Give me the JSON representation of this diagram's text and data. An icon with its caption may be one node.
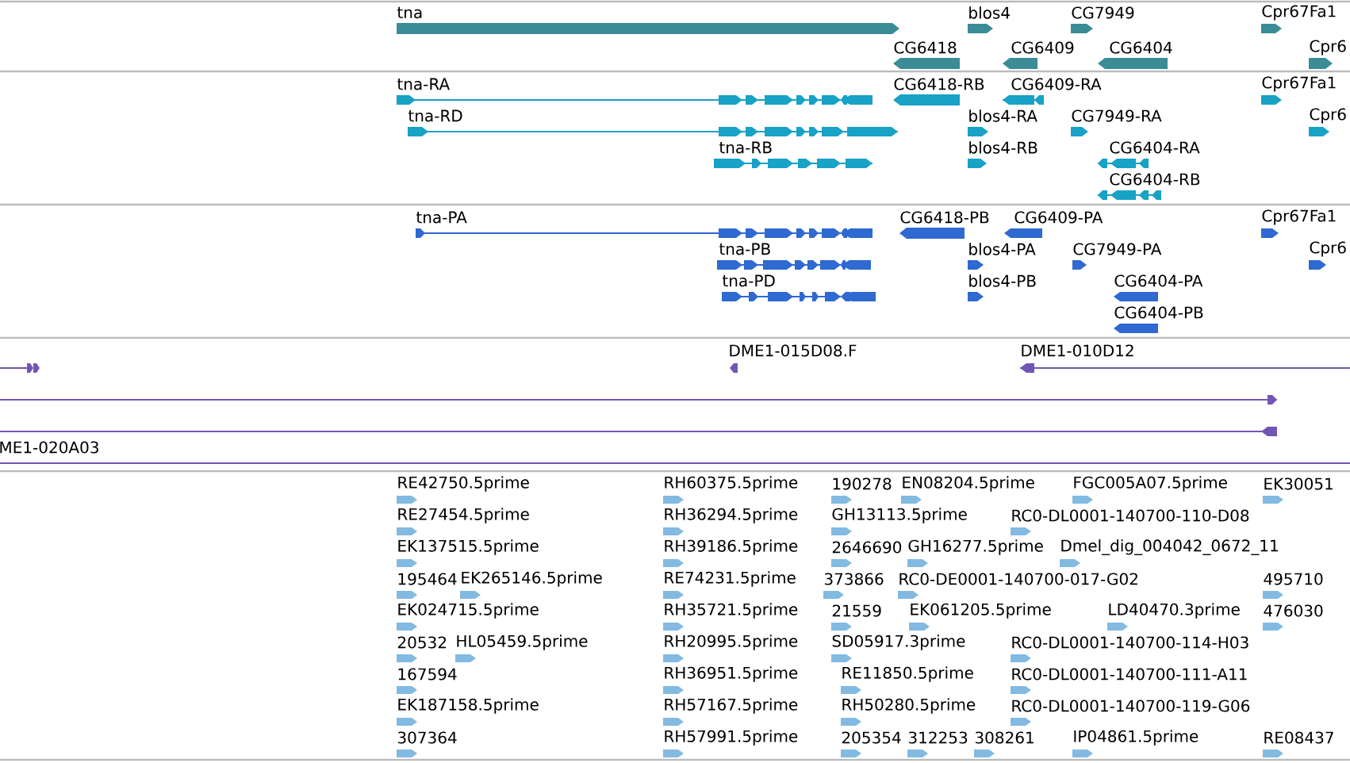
{
  "diagram": {
    "labels": [
      "tna",
      "blos4",
      "CG7949",
      "Cpr67Fa1",
      "CG6418",
      "CG6409",
      "CG6404",
      "Cpr6",
      "tna-RA",
      "CG6418-RB",
      "CG6409-RA",
      "Cpr67Fa1",
      "tna-RD",
      "blos4-RA",
      "CG7949-RA",
      "Cpr6",
      "tna-RB",
      "blos4-RB",
      "CG6404-RA",
      "CG6404-RB",
      "tna-PA",
      "CG6418-PB",
      "CG6409-PA",
      "Cpr67Fa1",
      "tna-PB",
      "blos4-PA",
      "CG7949-PA",
      "Cpr6",
      "tna-PD",
      "blos4-PB",
      "CG6404-PA",
      "CG6404-PB",
      "DME1-015D08.F",
      "DME1-010D12",
      "ME1-020A03",
      "RE42750.5prime",
      "RH60375.5prime",
      "190278",
      "EN08204.5prime",
      "FGC005A07.5prime",
      "EK30051",
      "RE27454.5prime",
      "RH36294.5prime",
      "GH13113.5prime",
      "RC0-DL0001-140700-110-D08",
      "EK137515.5prime",
      "RH39186.5prime",
      "2646690",
      "GH16277.5prime",
      "Dmel_dig_004042_0672_11",
      "195464",
      "EK265146.5prime",
      "RE74231.5prime",
      "373866",
      "RC0-DE0001-140700-017-G02",
      "495710",
      "EK024715.5prime",
      "RH35721.5prime",
      "21559",
      "EK061205.5prime",
      "LD40470.3prime",
      "476030",
      "20532",
      "HL05459.5prime",
      "RH20995.5prime",
      "SD05917.3prime",
      "RC0-DL0001-140700-114-H03",
      "167594",
      "RH36951.5prime",
      "RE11850.5prime",
      "RC0-DL0001-140700-111-A11",
      "EK187158.5prime",
      "RH57167.5prime",
      "RH50280.5prime",
      "RC0-DL0001-140700-119-G06",
      "307364",
      "RH57991.5prime",
      "205354",
      "312253",
      "308261",
      "IP04861.5prime",
      "RE08437"
    ]
  }
}
